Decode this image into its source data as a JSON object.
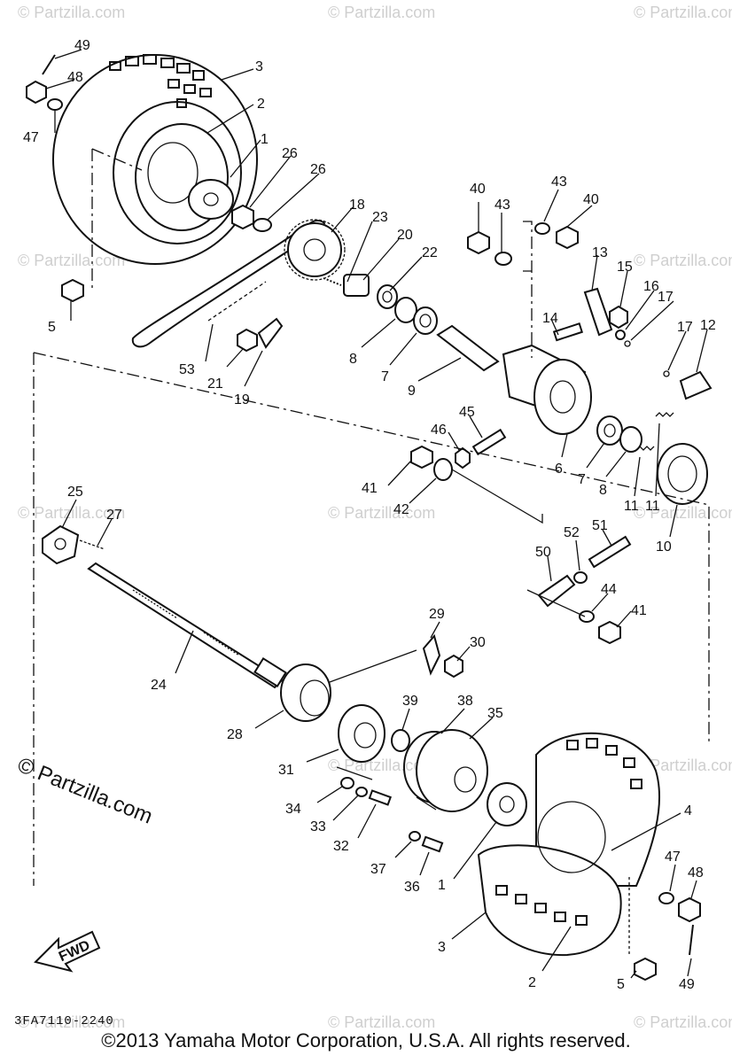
{
  "diagram_code": "3FA7110-2240",
  "copyright": "©2013  Yamaha Motor Corporation, U.S.A. All rights reserved.",
  "watermark": "© Partzilla.com",
  "fwd_label": "FWD",
  "callouts": [
    {
      "id": "c49a",
      "text": "49"
    },
    {
      "id": "c48a",
      "text": "48"
    },
    {
      "id": "c3a",
      "text": "3"
    },
    {
      "id": "c47a",
      "text": "47"
    },
    {
      "id": "c2a",
      "text": "2"
    },
    {
      "id": "c1a",
      "text": "1"
    },
    {
      "id": "c26a",
      "text": "26"
    },
    {
      "id": "c26b",
      "text": "26"
    },
    {
      "id": "c5a",
      "text": "5"
    },
    {
      "id": "c18",
      "text": "18"
    },
    {
      "id": "c23",
      "text": "23"
    },
    {
      "id": "c20",
      "text": "20"
    },
    {
      "id": "c22",
      "text": "22"
    },
    {
      "id": "c53",
      "text": "53"
    },
    {
      "id": "c21",
      "text": "21"
    },
    {
      "id": "c19",
      "text": "19"
    },
    {
      "id": "c8a",
      "text": "8"
    },
    {
      "id": "c7a",
      "text": "7"
    },
    {
      "id": "c9",
      "text": "9"
    },
    {
      "id": "c40a",
      "text": "40"
    },
    {
      "id": "c43a",
      "text": "43"
    },
    {
      "id": "c43b",
      "text": "43"
    },
    {
      "id": "c40b",
      "text": "40"
    },
    {
      "id": "c13",
      "text": "13"
    },
    {
      "id": "c15",
      "text": "15"
    },
    {
      "id": "c16",
      "text": "16"
    },
    {
      "id": "c17a",
      "text": "17"
    },
    {
      "id": "c14",
      "text": "14"
    },
    {
      "id": "c17b",
      "text": "17"
    },
    {
      "id": "c12",
      "text": "12"
    },
    {
      "id": "c6",
      "text": "6"
    },
    {
      "id": "c7b",
      "text": "7"
    },
    {
      "id": "c8b",
      "text": "8"
    },
    {
      "id": "c11a",
      "text": "11"
    },
    {
      "id": "c11b",
      "text": "11"
    },
    {
      "id": "c10",
      "text": "10"
    },
    {
      "id": "c45",
      "text": "45"
    },
    {
      "id": "c46",
      "text": "46"
    },
    {
      "id": "c41a",
      "text": "41"
    },
    {
      "id": "c42",
      "text": "42"
    },
    {
      "id": "c25",
      "text": "25"
    },
    {
      "id": "c27",
      "text": "27"
    },
    {
      "id": "c52",
      "text": "52"
    },
    {
      "id": "c51",
      "text": "51"
    },
    {
      "id": "c50",
      "text": "50"
    },
    {
      "id": "c44",
      "text": "44"
    },
    {
      "id": "c41b",
      "text": "41"
    },
    {
      "id": "c24",
      "text": "24"
    },
    {
      "id": "c29",
      "text": "29"
    },
    {
      "id": "c30",
      "text": "30"
    },
    {
      "id": "c39",
      "text": "39"
    },
    {
      "id": "c38",
      "text": "38"
    },
    {
      "id": "c35",
      "text": "35"
    },
    {
      "id": "c28",
      "text": "28"
    },
    {
      "id": "c31",
      "text": "31"
    },
    {
      "id": "c34",
      "text": "34"
    },
    {
      "id": "c33",
      "text": "33"
    },
    {
      "id": "c32",
      "text": "32"
    },
    {
      "id": "c37",
      "text": "37"
    },
    {
      "id": "c36",
      "text": "36"
    },
    {
      "id": "c1b",
      "text": "1"
    },
    {
      "id": "c4",
      "text": "4"
    },
    {
      "id": "c47b",
      "text": "47"
    },
    {
      "id": "c48b",
      "text": "48"
    },
    {
      "id": "c3b",
      "text": "3"
    },
    {
      "id": "c2b",
      "text": "2"
    },
    {
      "id": "c5b",
      "text": "5"
    },
    {
      "id": "c49b",
      "text": "49"
    }
  ]
}
